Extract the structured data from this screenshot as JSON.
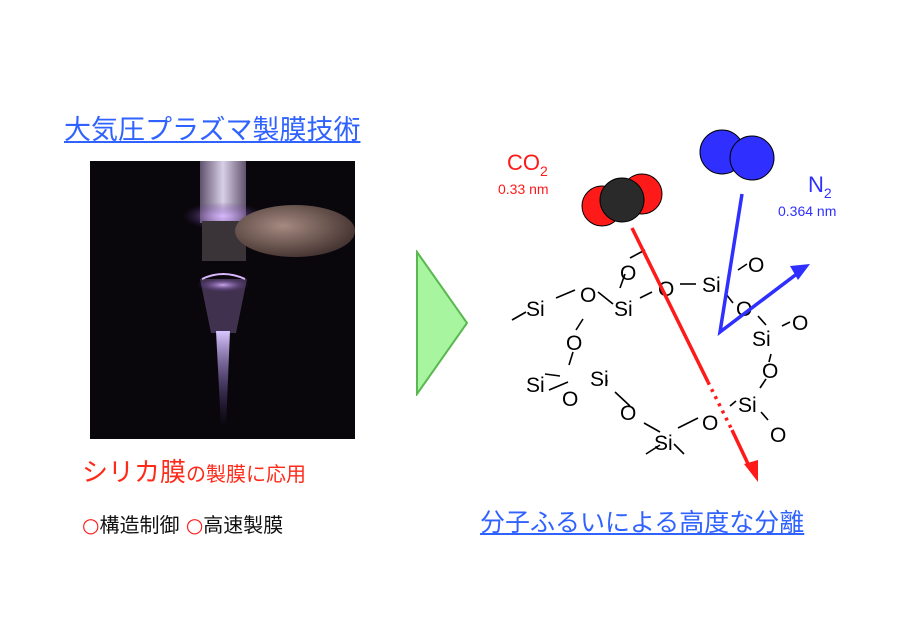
{
  "left": {
    "title": "大気圧プラズマ製膜技術",
    "caption_main": "シリカ膜",
    "caption_rest": "の製膜に応用",
    "feature1": "構造制御",
    "feature2": "高速製膜",
    "ring_glyph": "○"
  },
  "right": {
    "caption": "分子ふるいによる高度な分離",
    "co2": {
      "label": "CO",
      "sub": "2",
      "size": "0.33 nm"
    },
    "n2": {
      "label": "N",
      "sub": "2",
      "size": "0.364 nm"
    },
    "atoms": {
      "si1": "Si",
      "o1": "O",
      "si2": "Si",
      "o2": "O",
      "o3": "O",
      "si3": "Si",
      "o4": "O",
      "o5": "O",
      "si4": "Si",
      "o6": "O",
      "o7": "O",
      "si5": "Si",
      "o8": "O",
      "si6": "Si",
      "o9": "O",
      "o10": "O",
      "si7": "Si",
      "o11": "O",
      "si8": "Si",
      "o12": "O"
    }
  },
  "colors": {
    "link": "#2f62ff",
    "red": "#ff1a1a",
    "blue": "#2f2fff",
    "triangle": "#a8f5a0"
  }
}
